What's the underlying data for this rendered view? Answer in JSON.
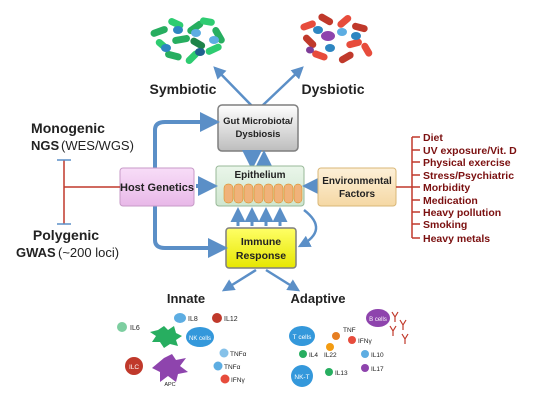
{
  "microbiota": {
    "symbiotic": "Symbiotic",
    "dysbiotic": "Dysbiotic",
    "gut_line1": "Gut Microbiota/",
    "gut_line2": "Dysbiosis"
  },
  "center": {
    "epithelium": "Epithelium",
    "immune_line1": "Immune",
    "immune_line2": "Response",
    "host_genetics": "Host Genetics",
    "env_line1": "Environmental",
    "env_line2": "Factors"
  },
  "genetics": {
    "mono_title": "Monogenic",
    "mono_ngs": "NGS",
    "mono_method": "(WES/WGS)",
    "poly_title": "Polygenic",
    "poly_gwas": "GWAS",
    "poly_loci": "(~200 loci)"
  },
  "environment": {
    "factors": [
      "Diet",
      "UV exposure/Vit. D",
      "Physical exercise",
      "Stress/Psychiatric",
      "Morbidity",
      "Medication",
      "Heavy pollution",
      "Smoking",
      "Heavy metals"
    ]
  },
  "innate": {
    "title": "Innate",
    "il6": "IL6",
    "il8": "IL8",
    "il12": "IL12",
    "nk": "NK cells",
    "ilc": "ILC",
    "apc": "APC",
    "tnfa1": "TNFα",
    "tnfa2": "TNFα",
    "ifng": "IFNγ"
  },
  "adaptive": {
    "title": "Adaptive",
    "tcells": "T cells",
    "bcells": "B cells",
    "nkt": "NK-T",
    "tnf": "TNF",
    "ifng": "IFNγ",
    "il4": "IL4",
    "il22": "IL22",
    "il10": "IL10",
    "il13": "IL13",
    "il17": "IL17"
  },
  "colors": {
    "arrow": "#5b8fc7",
    "red_line": "#c0392b",
    "host_box": "#f0c8f0",
    "env_box": "#fbe3b8",
    "immune_box": "#ffff00",
    "epi_box": "#d8ecd8",
    "gut_box": "#e4e4e4"
  }
}
